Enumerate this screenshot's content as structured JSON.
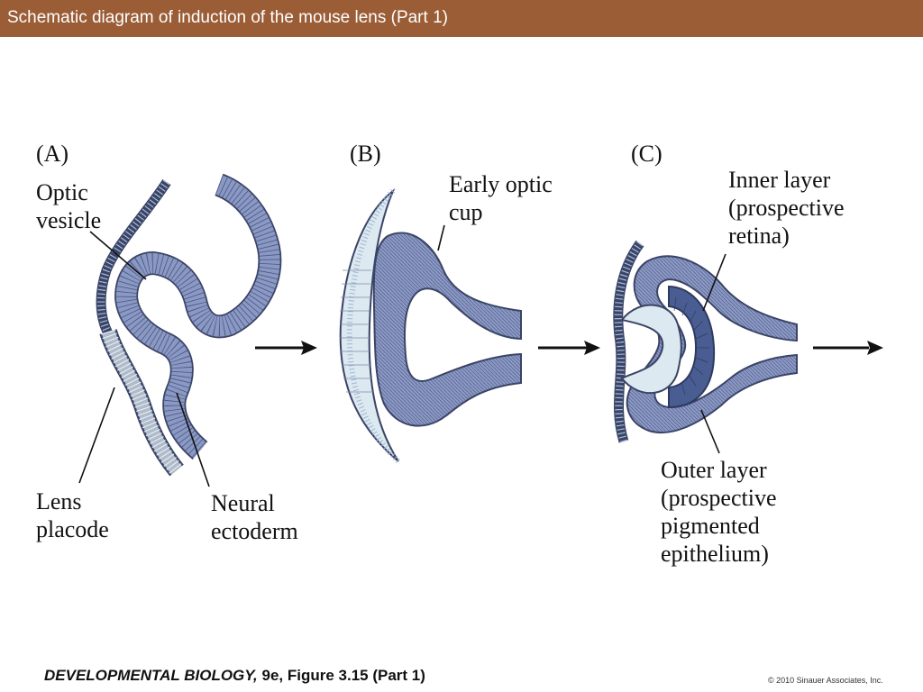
{
  "header": {
    "title": "Schematic diagram of induction of the mouse lens (Part 1)"
  },
  "panels": {
    "a": {
      "letter": "(A)",
      "optic_vesicle": "Optic\nvesicle",
      "lens_placode": "Lens\nplacode",
      "neural_ectoderm": "Neural\nectoderm"
    },
    "b": {
      "letter": "(B)",
      "early_optic_cup": "Early optic\ncup"
    },
    "c": {
      "letter": "(C)",
      "inner_layer": "Inner layer\n(prospective\nretina)",
      "outer_layer": "Outer layer\n(prospective\npigmented\nepithelium)"
    }
  },
  "footer": {
    "book": "DEVELOPMENTAL BIOLOGY,",
    "figure": " 9e, Figure 3.15 (Part 1)",
    "copyright": "© 2010 Sinauer Associates, Inc."
  },
  "colors": {
    "header_bg": "#9b5d36",
    "neural_tissue": "#8a98c4",
    "tissue_outline": "#3a4466",
    "lens_tissue": "#dde9f0",
    "inner_layer": "#4a5d92"
  }
}
